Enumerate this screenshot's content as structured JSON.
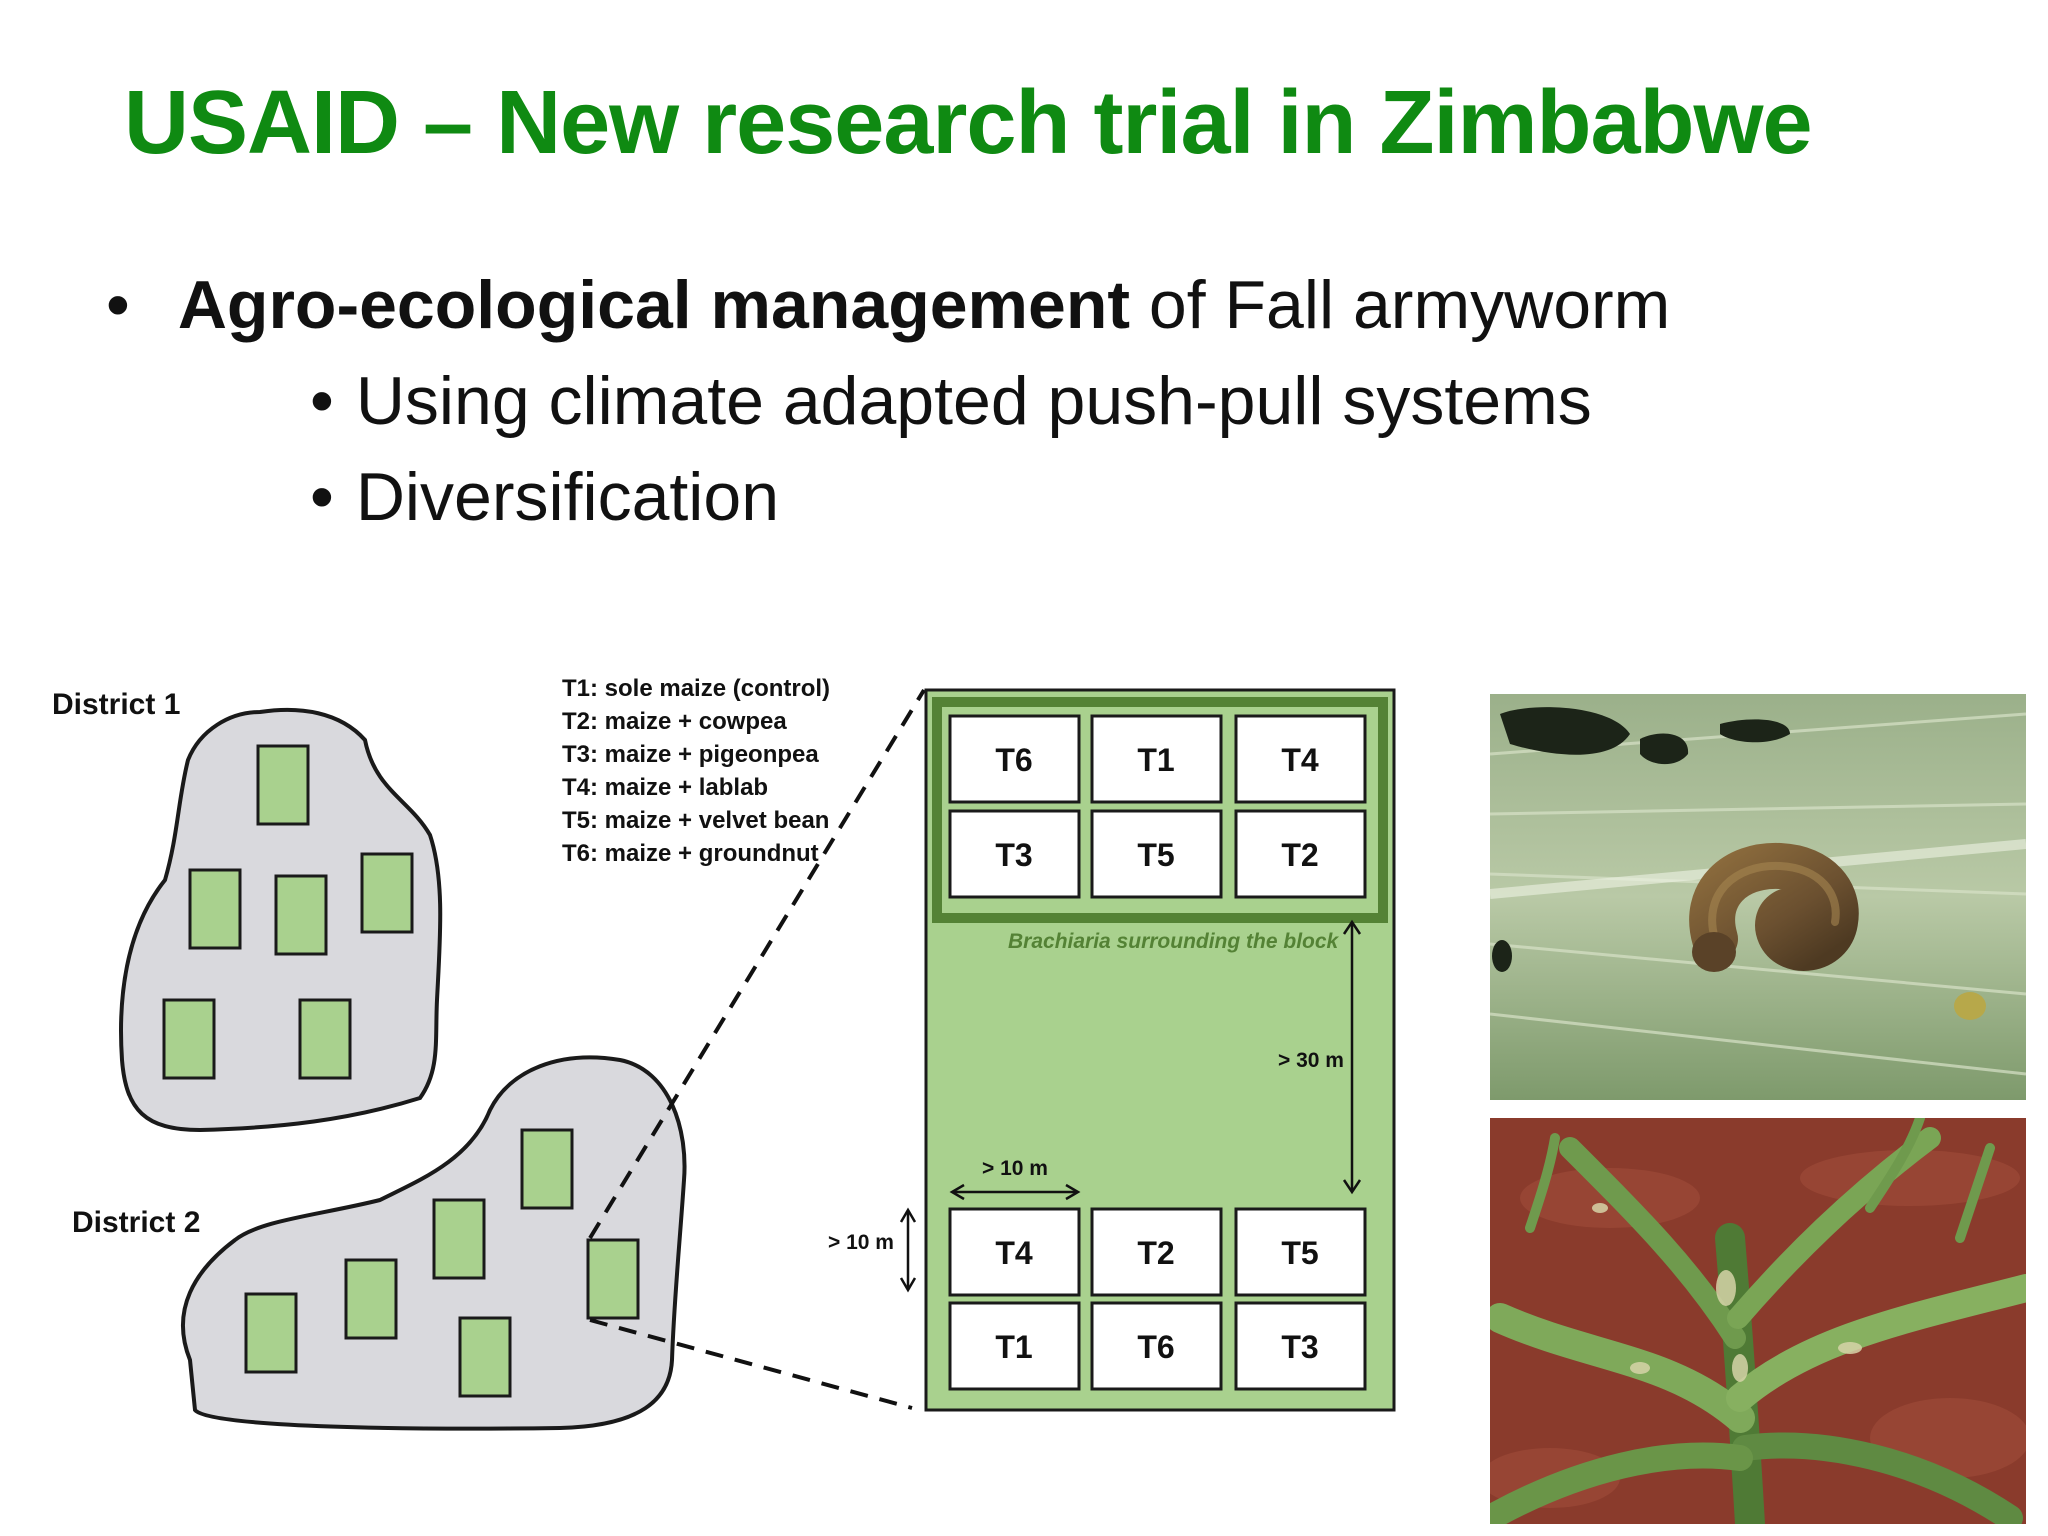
{
  "slide": {
    "title": "USAID – New research trial in Zimbabwe",
    "bullet1_bold": "Agro-ecological management",
    "bullet1_rest": " of Fall armyworm",
    "sub_bullets": [
      "Using climate adapted push-pull systems",
      "Diversification"
    ]
  },
  "figure": {
    "district1_label": "District 1",
    "district2_label": "District 2",
    "legend": [
      "T1: sole maize (control)",
      "T2: maize + cowpea",
      "T3: maize + pigeonpea",
      "T4: maize + lablab",
      "T5: maize + velvet bean",
      "T6: maize + groundnut"
    ],
    "top_block": [
      "T6",
      "T1",
      "T4",
      "T3",
      "T5",
      "T2"
    ],
    "bottom_block": [
      "T4",
      "T2",
      "T5",
      "T1",
      "T6",
      "T3"
    ],
    "brachiaria_label": "Brachiaria surrounding the block",
    "dist_30m": "> 30 m",
    "dist_10m_horizontal": "> 10 m",
    "dist_10m_vertical": "> 10 m"
  },
  "colors": {
    "title_green": "#0f8a12",
    "plot_green": "#a9d18e",
    "border_green": "#548235",
    "field_gray": "#d9d9dd"
  }
}
